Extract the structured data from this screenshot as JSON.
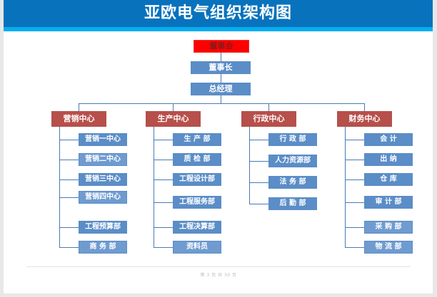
{
  "document": {
    "title": "亚欧电气组织架构图",
    "footer": "第 3 页 共 30 页"
  },
  "colors": {
    "banner_blue": "#0872BD",
    "banner_stripe": "#04AEEF",
    "root_red": "#FE0000",
    "center_red": "#B74F4B",
    "dept_blue": "#5B8DC7",
    "connector": "#4A7AB5",
    "page_edge": "#E8E8E8"
  },
  "chart_data": {
    "type": "org-chart",
    "title": "亚欧电气组织架构图",
    "root": {
      "label": "董事会",
      "level": 0,
      "style": "root-red"
    },
    "executives": [
      {
        "label": "董事长",
        "level": 1,
        "style": "exec-blue"
      },
      {
        "label": "总经理",
        "level": 2,
        "style": "exec-blue"
      }
    ],
    "centers": [
      {
        "label": "营销中心",
        "style": "center-red",
        "children": [
          {
            "label": "营销一中心"
          },
          {
            "label": "营销二中心"
          },
          {
            "label": "营销三中心"
          },
          {
            "label": "营销四中心"
          },
          {
            "label": "工程预算部"
          },
          {
            "label": "商 务 部"
          }
        ]
      },
      {
        "label": "生产中心",
        "style": "center-red",
        "children": [
          {
            "label": "生 产 部"
          },
          {
            "label": "质 检 部"
          },
          {
            "label": "工程设计部"
          },
          {
            "label": "工程服务部"
          },
          {
            "label": "工程决算部"
          },
          {
            "label": "资料员"
          }
        ]
      },
      {
        "label": "行政中心",
        "style": "center-red",
        "children": [
          {
            "label": "行 政 部"
          },
          {
            "label": "人力资源部"
          },
          {
            "label": "法 务 部"
          },
          {
            "label": "后 勤 部"
          }
        ]
      },
      {
        "label": "财务中心",
        "style": "center-red",
        "children": [
          {
            "label": "会 计"
          },
          {
            "label": "出 纳"
          },
          {
            "label": "仓 库"
          },
          {
            "label": "审 计 部"
          },
          {
            "label": "采 购 部"
          },
          {
            "label": "物 流 部"
          }
        ]
      }
    ]
  }
}
